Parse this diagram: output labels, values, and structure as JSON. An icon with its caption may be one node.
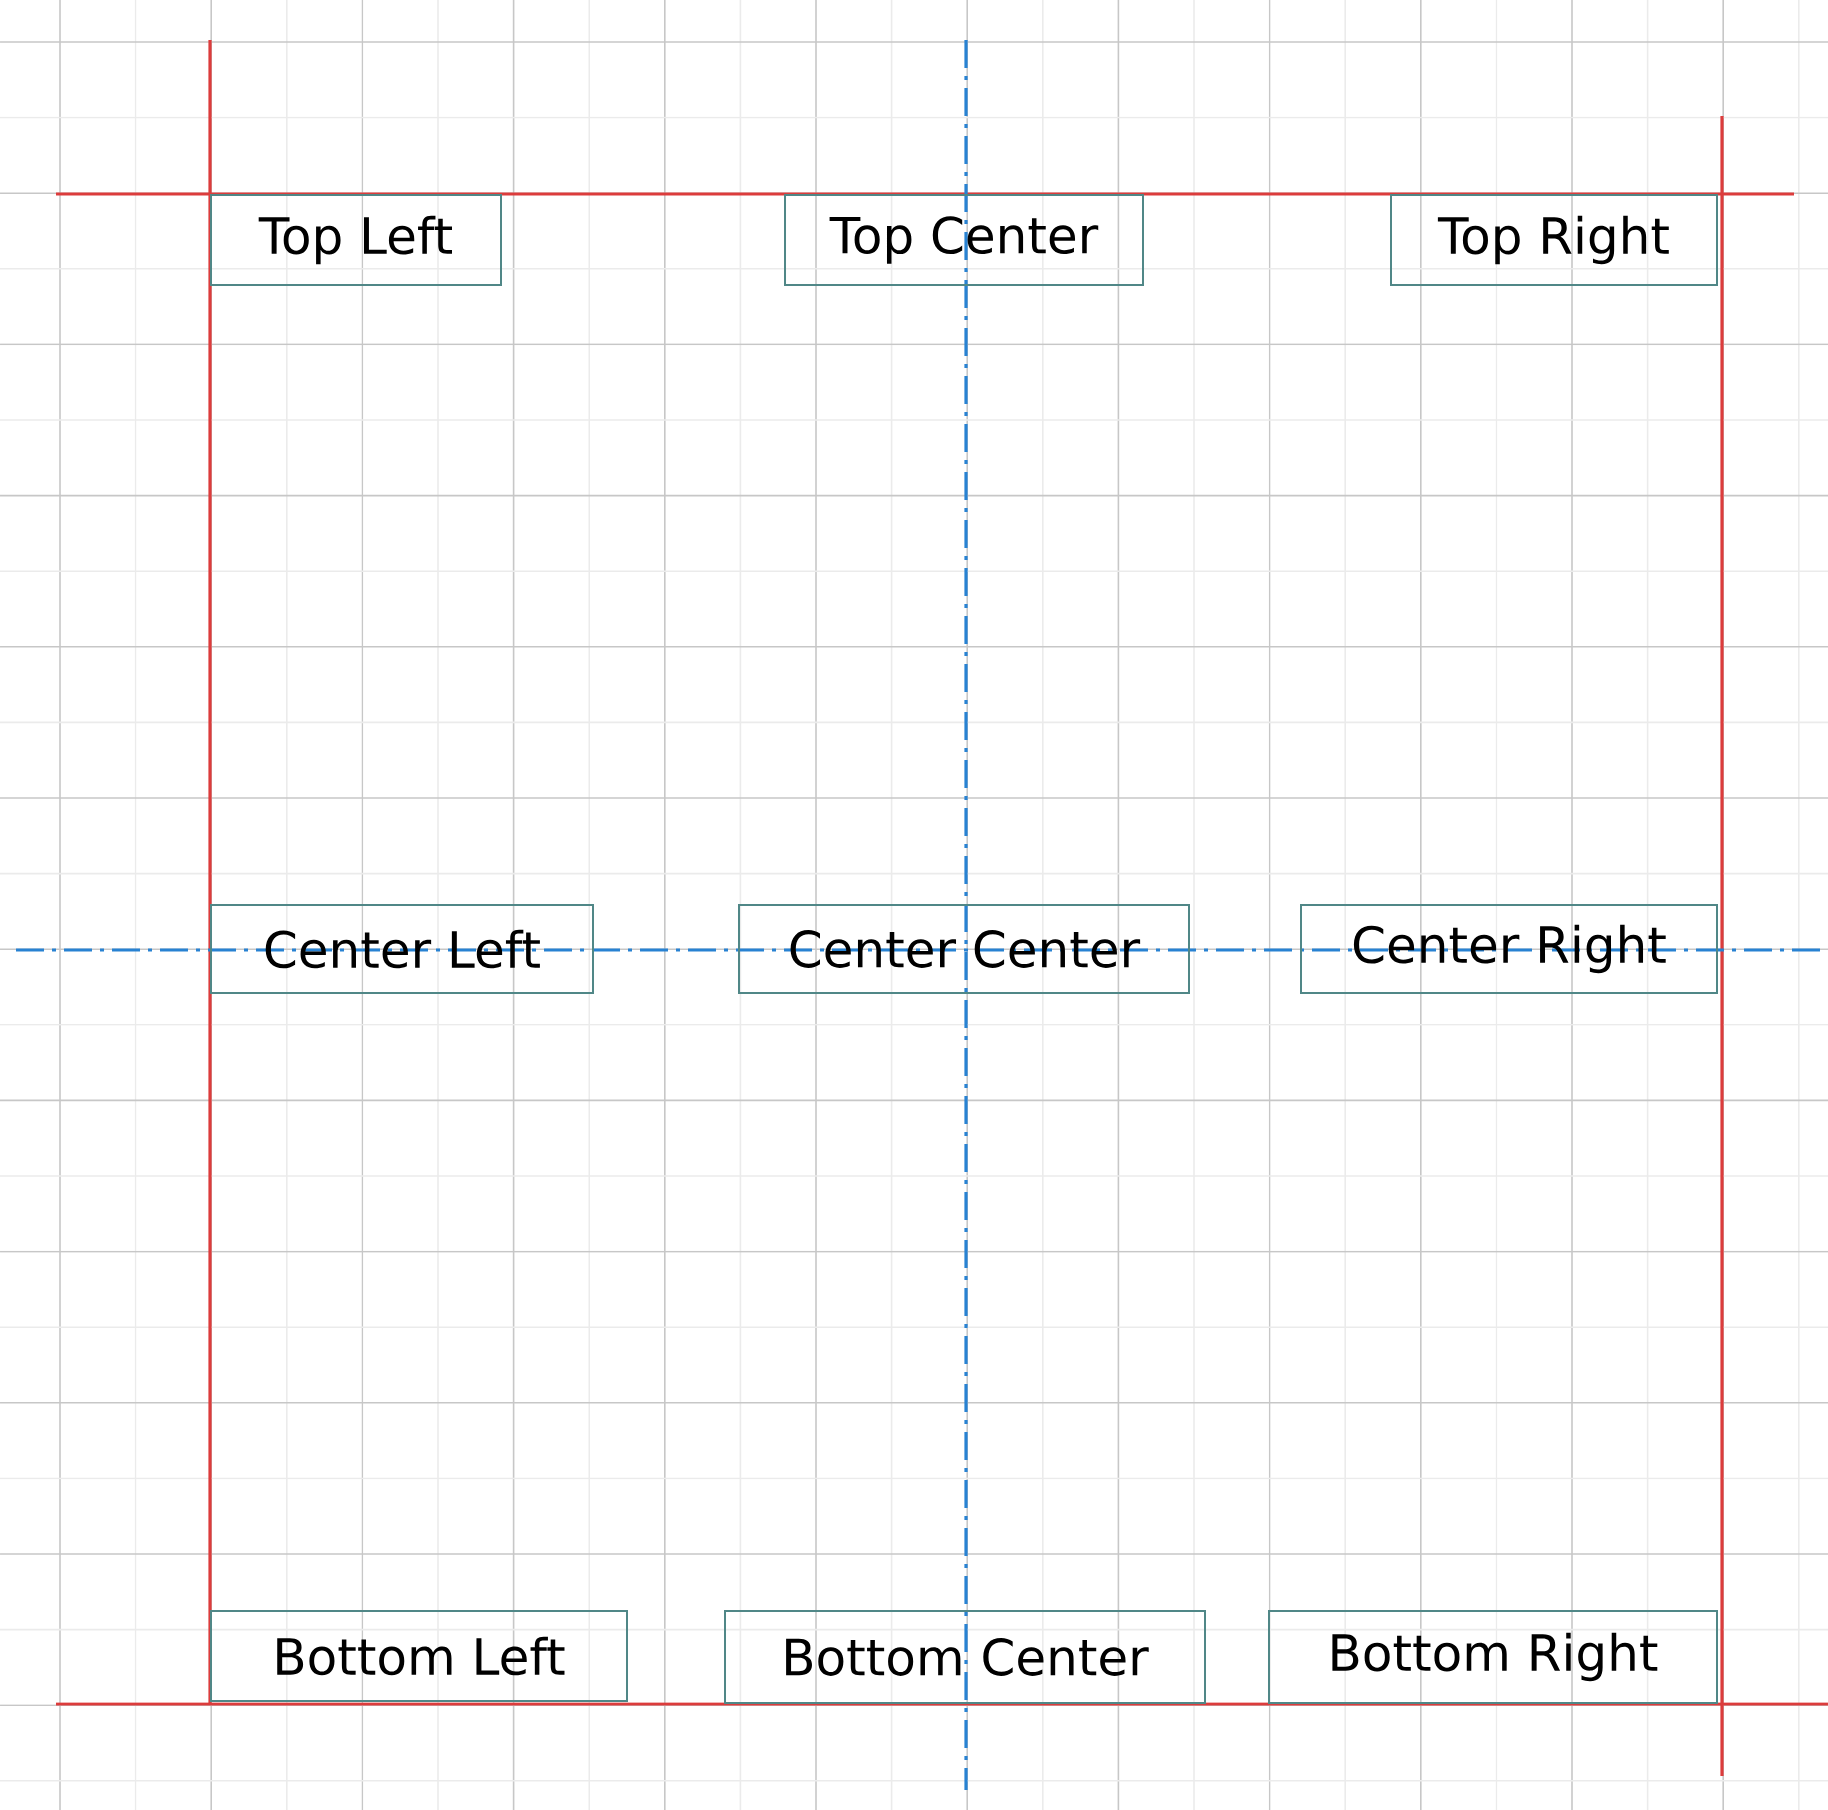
{
  "diagram": {
    "nodes": [
      {
        "text": [
          "Top Left"
        ]
      },
      {
        "text": [
          "Top Center"
        ]
      },
      {
        "text": [
          "Top Right"
        ]
      },
      {
        "text": [
          "Center Left"
        ]
      },
      {
        "text": [
          "Center Center"
        ]
      },
      {
        "text": [
          "Center Right"
        ]
      },
      {
        "text": [
          "Bottom Left"
        ]
      },
      {
        "text": [
          "Bottom Center"
        ]
      },
      {
        "text": [
          "Bottom Right"
        ]
      }
    ]
  }
}
